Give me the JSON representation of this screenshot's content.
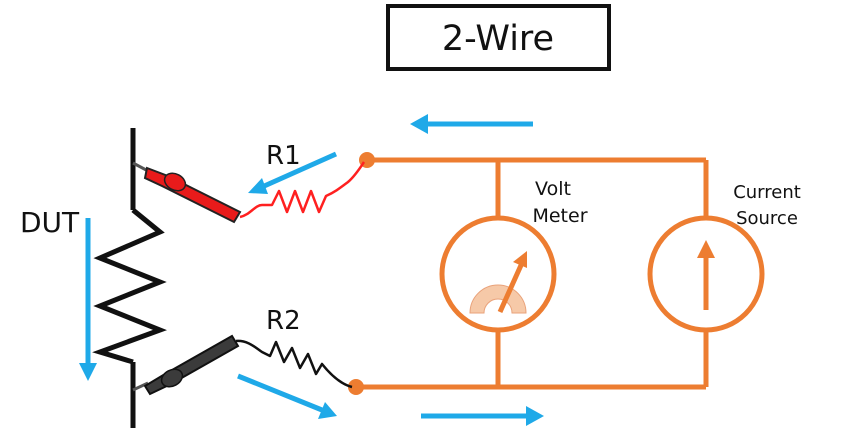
{
  "title": "2-Wire",
  "labels": {
    "dut": "DUT",
    "r1": "R1",
    "r2": "R2",
    "volt_meter_line1": "Volt",
    "volt_meter_line2": "Meter",
    "current_source_line1": "Current",
    "current_source_line2": "Source"
  },
  "colors": {
    "wire": "#ed7d31",
    "arrow": "#1fa9e8",
    "dut": "#111111",
    "probe_red": "#e81b1b",
    "probe_black": "#3b3b3b",
    "lead_red": "#ff2020",
    "lead_black": "#111111",
    "dial": "#f6c9a8",
    "frame": "#111111"
  }
}
